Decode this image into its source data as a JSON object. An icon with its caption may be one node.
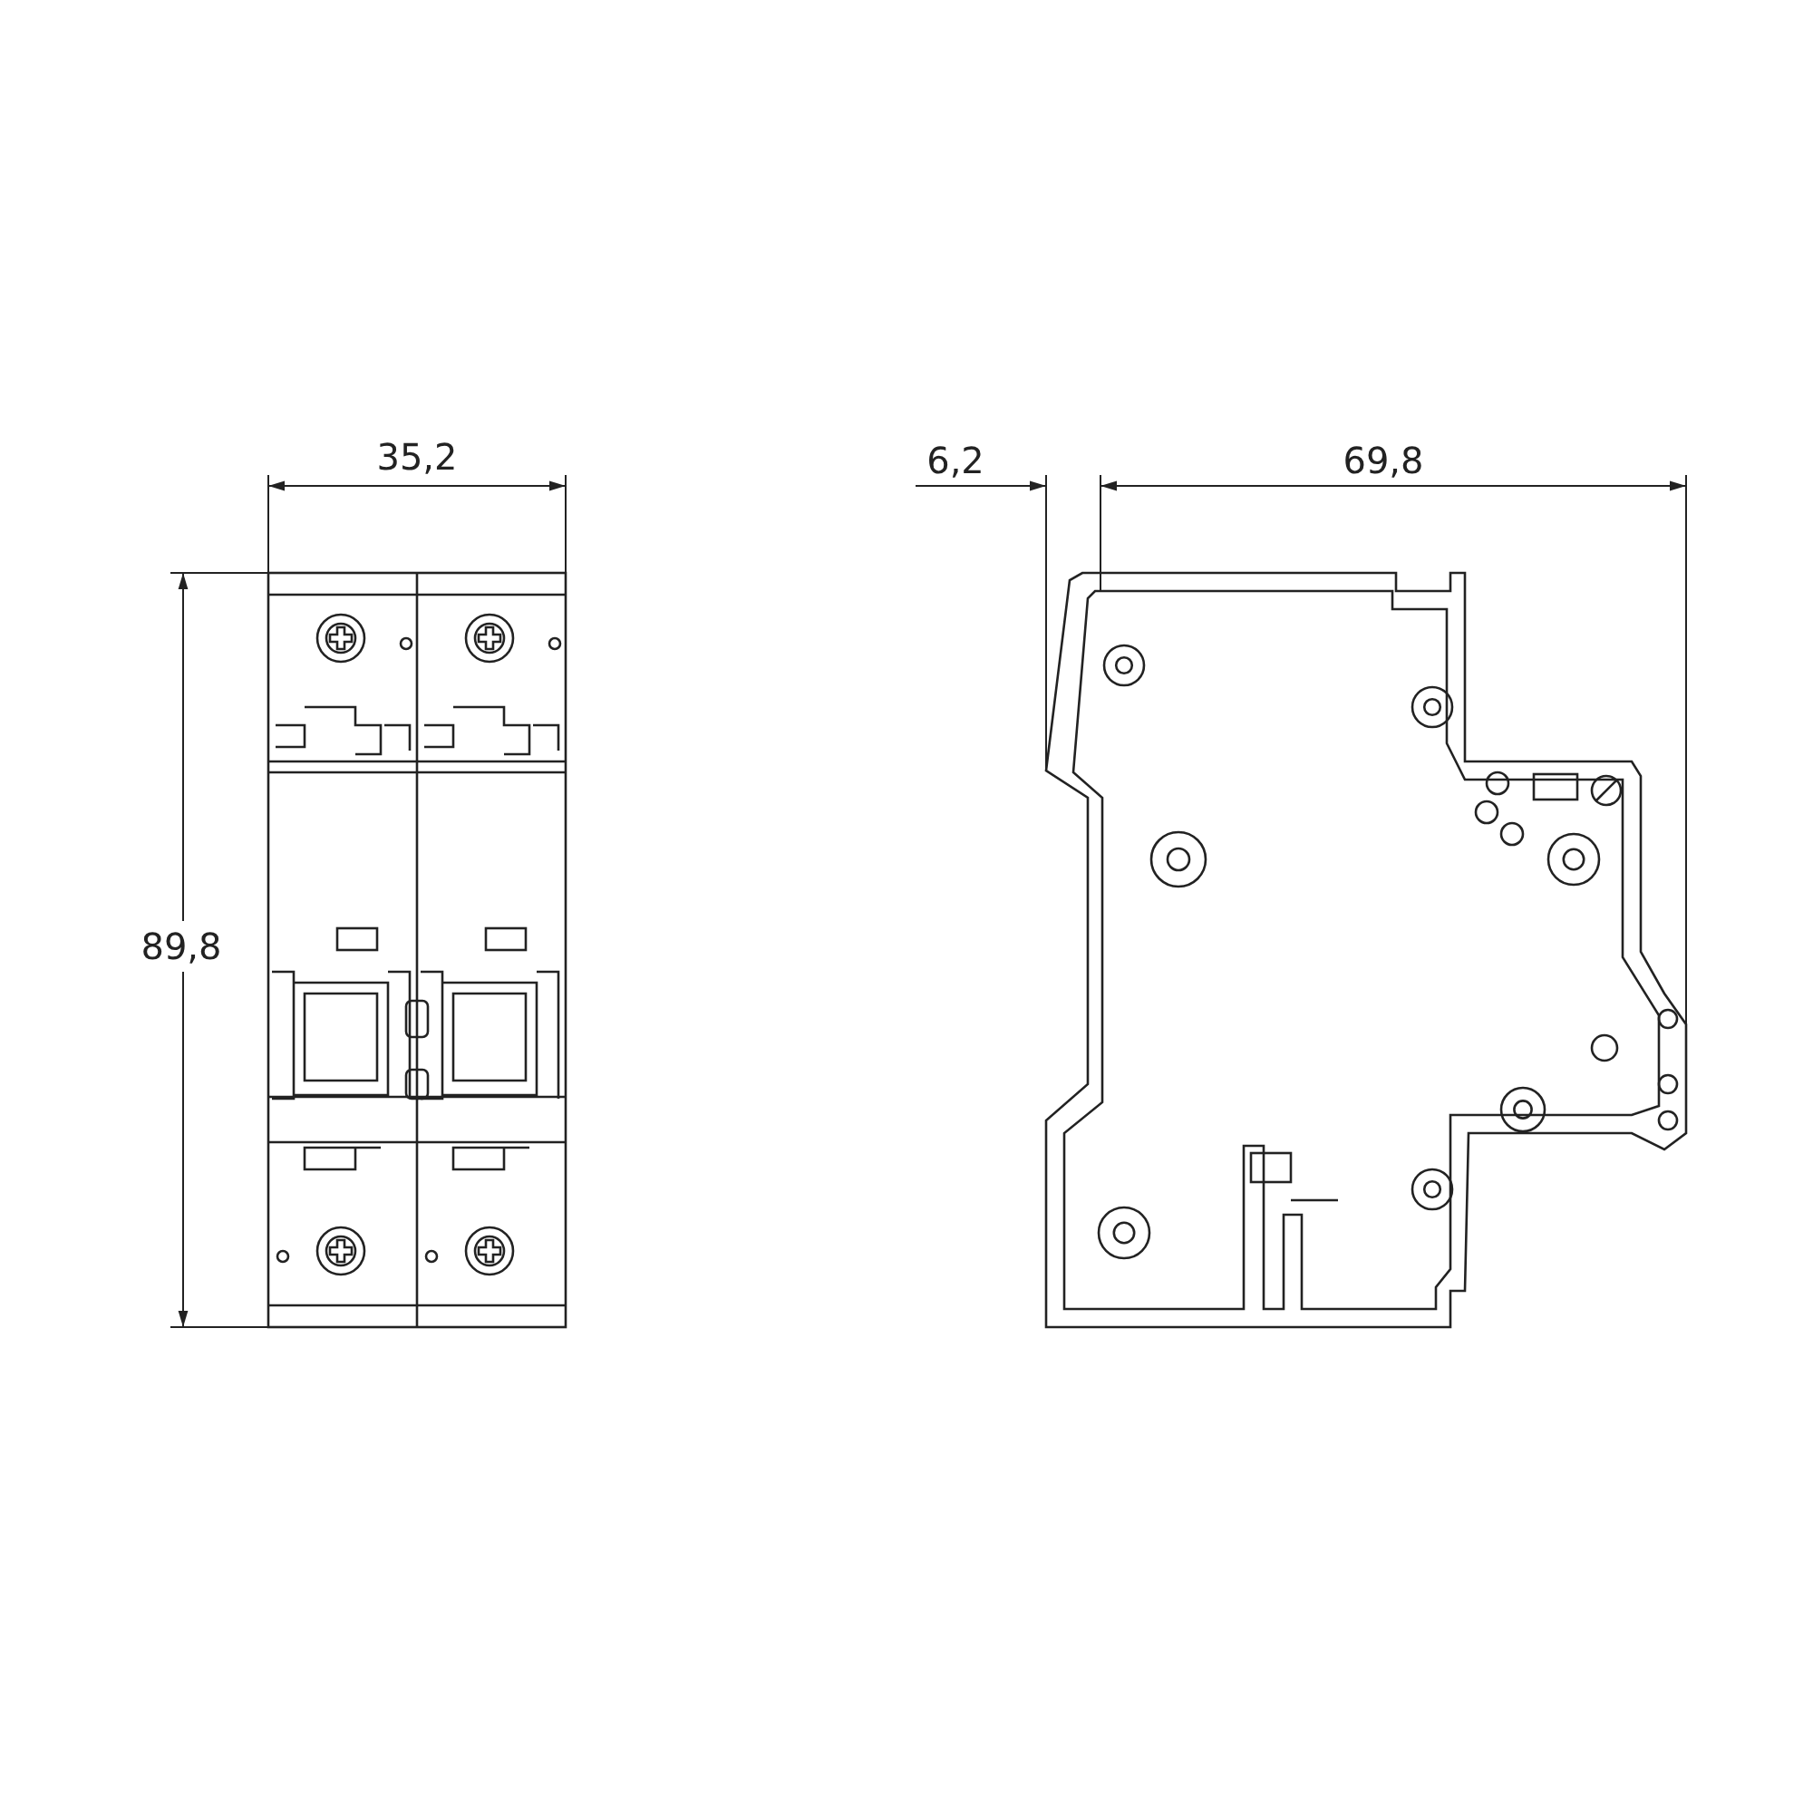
{
  "diagram": {
    "labels": [
      "35,2",
      "6,2",
      "69,8",
      "89,8"
    ]
  }
}
